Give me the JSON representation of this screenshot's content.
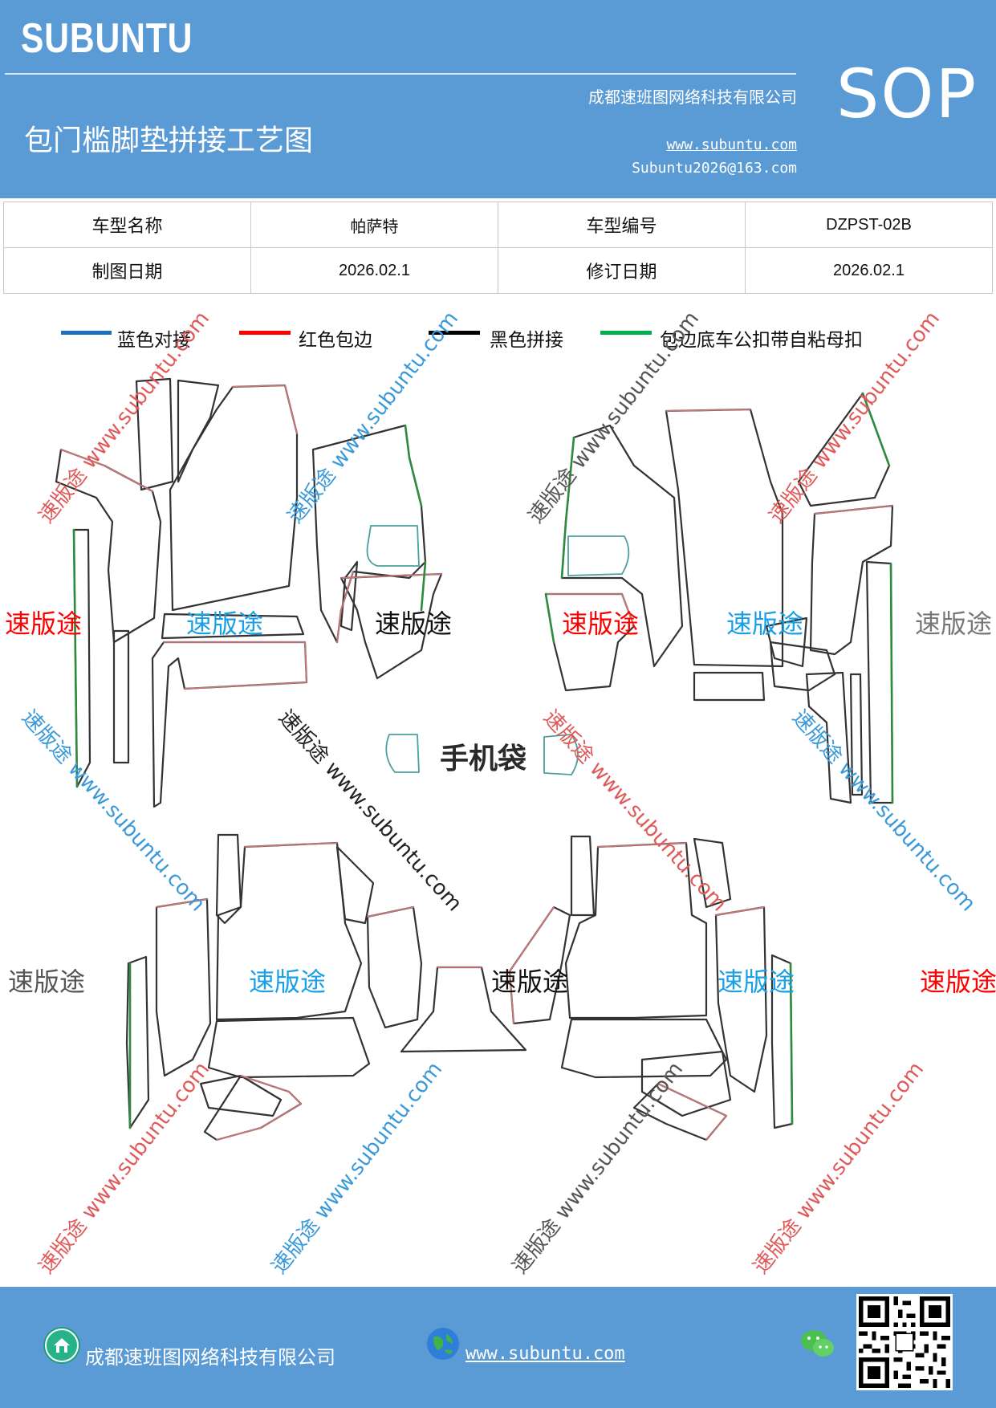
{
  "header": {
    "brand": "SUBUNTU",
    "company": "成都速班图网络科技有限公司",
    "title": "包门槛脚垫拼接工艺图",
    "website": "www.subuntu.com",
    "email": "Subuntu2026@163.com",
    "badge": "SOP"
  },
  "info_table": {
    "rows": [
      {
        "label1": "车型名称",
        "value1": "帕萨特",
        "label2": "车型编号",
        "value2": "DZPST-02B"
      },
      {
        "label1": "制图日期",
        "value1": "2026.02.1",
        "label2": "修订日期",
        "value2": "2026.02.1"
      }
    ]
  },
  "legend": [
    {
      "label": "蓝色对接",
      "color": "#1f6fbf"
    },
    {
      "label": "红色包边",
      "color": "#ff0000"
    },
    {
      "label": "黑色拼接",
      "color": "#000000"
    },
    {
      "label": "包边底车公扣带自粘母扣",
      "color": "#00b050"
    }
  ],
  "diagram": {
    "pocket_label": "手机袋",
    "watermark_text": "速版途",
    "watermark_url": "www.subuntu.com",
    "watermark_diag": "速版途 www.subuntu.com"
  },
  "footer": {
    "company": "成都速班图网络科技有限公司",
    "website": "www.subuntu.com"
  },
  "colors": {
    "header_bg": "#5b9bd5",
    "piece_outline": "#333333",
    "piece_red": "#c87878",
    "piece_green": "#2e8b3e",
    "pocket_outline": "#4aa0a0"
  },
  "icons": [
    "company-icon",
    "globe-icon",
    "wechat-icon",
    "qr-code"
  ]
}
